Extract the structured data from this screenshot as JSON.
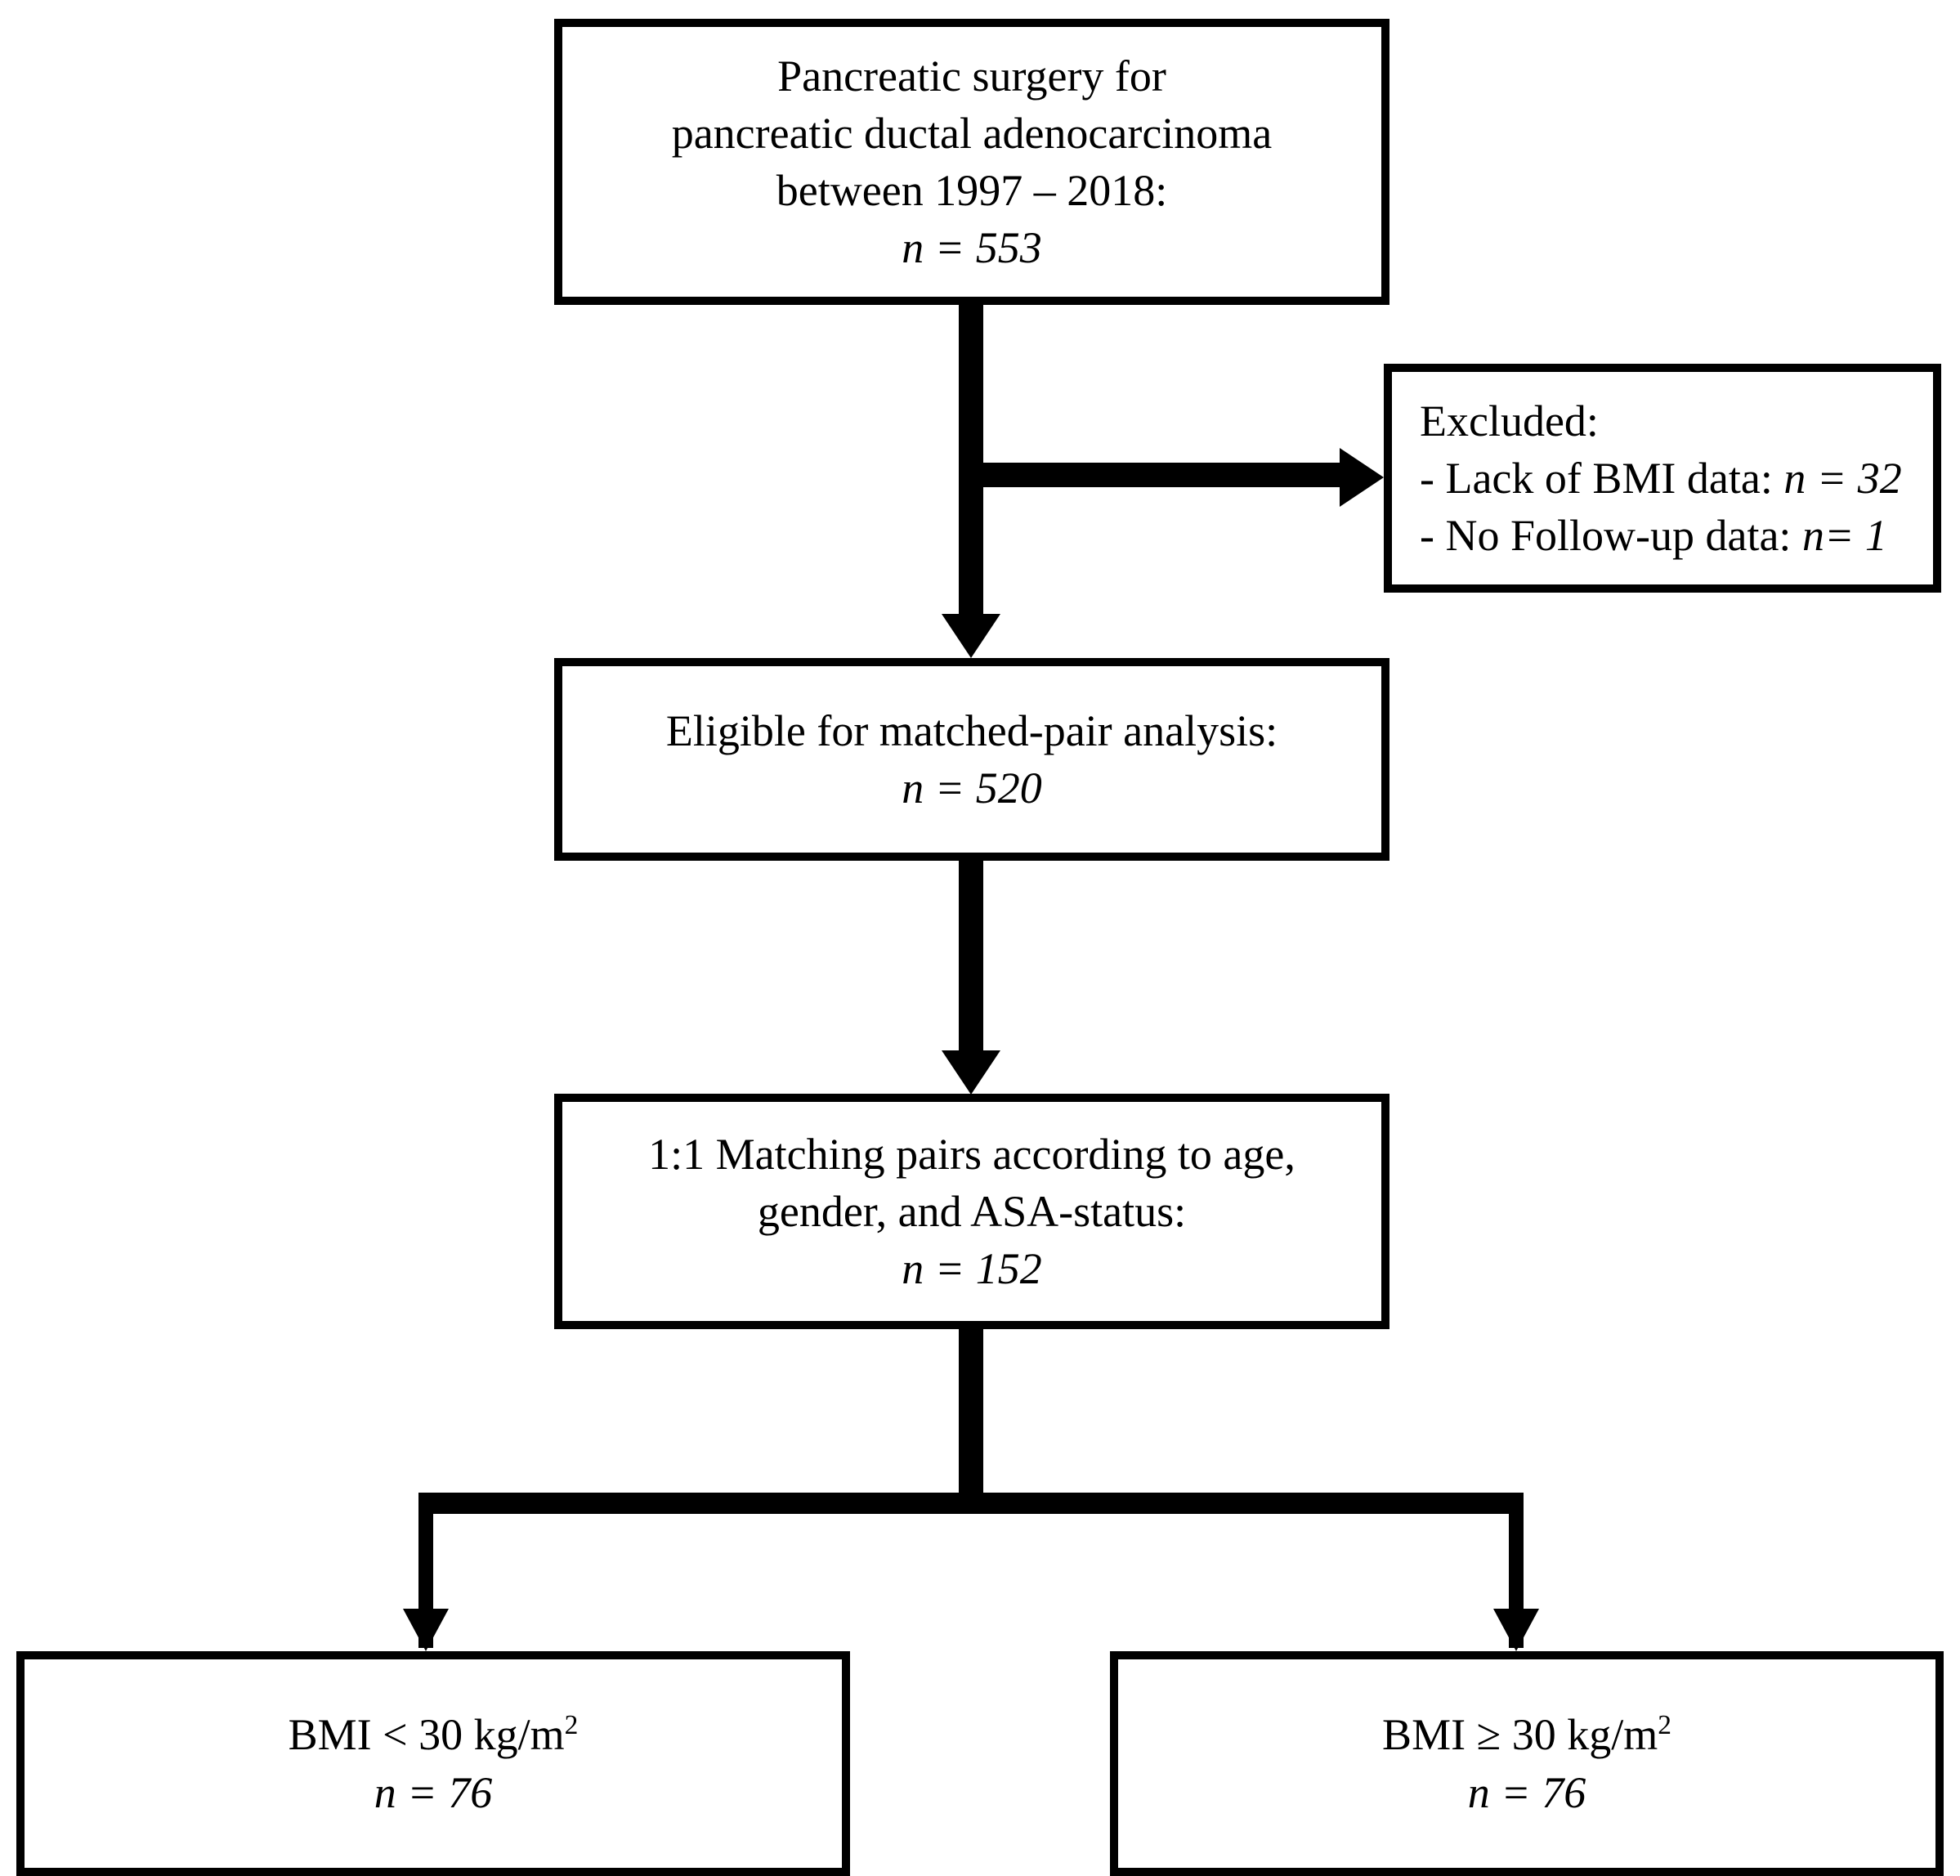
{
  "diagram": {
    "type": "flowchart",
    "title": "Patient selection flow diagram",
    "colors": {
      "stroke": "#000000",
      "background": "#ffffff",
      "text": "#000000"
    },
    "nodes": {
      "source": {
        "name": "source-cohort",
        "lines": [
          "Pancreatic surgery for",
          "pancreatic ductal adenocarcinoma",
          "between 1997 – 2018:"
        ],
        "count_label": "n",
        "count_value": "= 553"
      },
      "excluded": {
        "name": "excluded",
        "heading": "Excluded:",
        "items": [
          {
            "text": "- Lack of BMI data: ",
            "label": "n",
            "value": " = 32"
          },
          {
            "text": "- No Follow-up data: ",
            "label": "n",
            "value": "= 1"
          }
        ]
      },
      "eligible": {
        "name": "eligible-cohort",
        "lines": [
          "Eligible for matched-pair analysis:"
        ],
        "count_label": "n",
        "count_value": "= 520"
      },
      "matching": {
        "name": "matching-pairs",
        "lines": [
          "1:1 Matching pairs according to age,",
          "gender, and ASA-status:"
        ],
        "count_label": "n",
        "count_value": "= 152"
      },
      "bmi_low": {
        "name": "bmi-below-30-group",
        "measure": "BMI < 30 kg/m",
        "exponent": "2",
        "count_label": "n",
        "count_value": "= 76"
      },
      "bmi_high": {
        "name": "bmi-at-or-above-30-group",
        "measure": "BMI ≥ 30 kg/m",
        "exponent": "2",
        "count_label": "n",
        "count_value": "= 76"
      }
    },
    "connectors": [
      {
        "from": "source",
        "to": "eligible",
        "direction": "down"
      },
      {
        "from": "source",
        "to": "excluded",
        "direction": "right"
      },
      {
        "from": "eligible",
        "to": "matching",
        "direction": "down"
      },
      {
        "from": "matching",
        "to": "bmi_low",
        "direction": "down-left"
      },
      {
        "from": "matching",
        "to": "bmi_high",
        "direction": "down-right"
      }
    ]
  }
}
